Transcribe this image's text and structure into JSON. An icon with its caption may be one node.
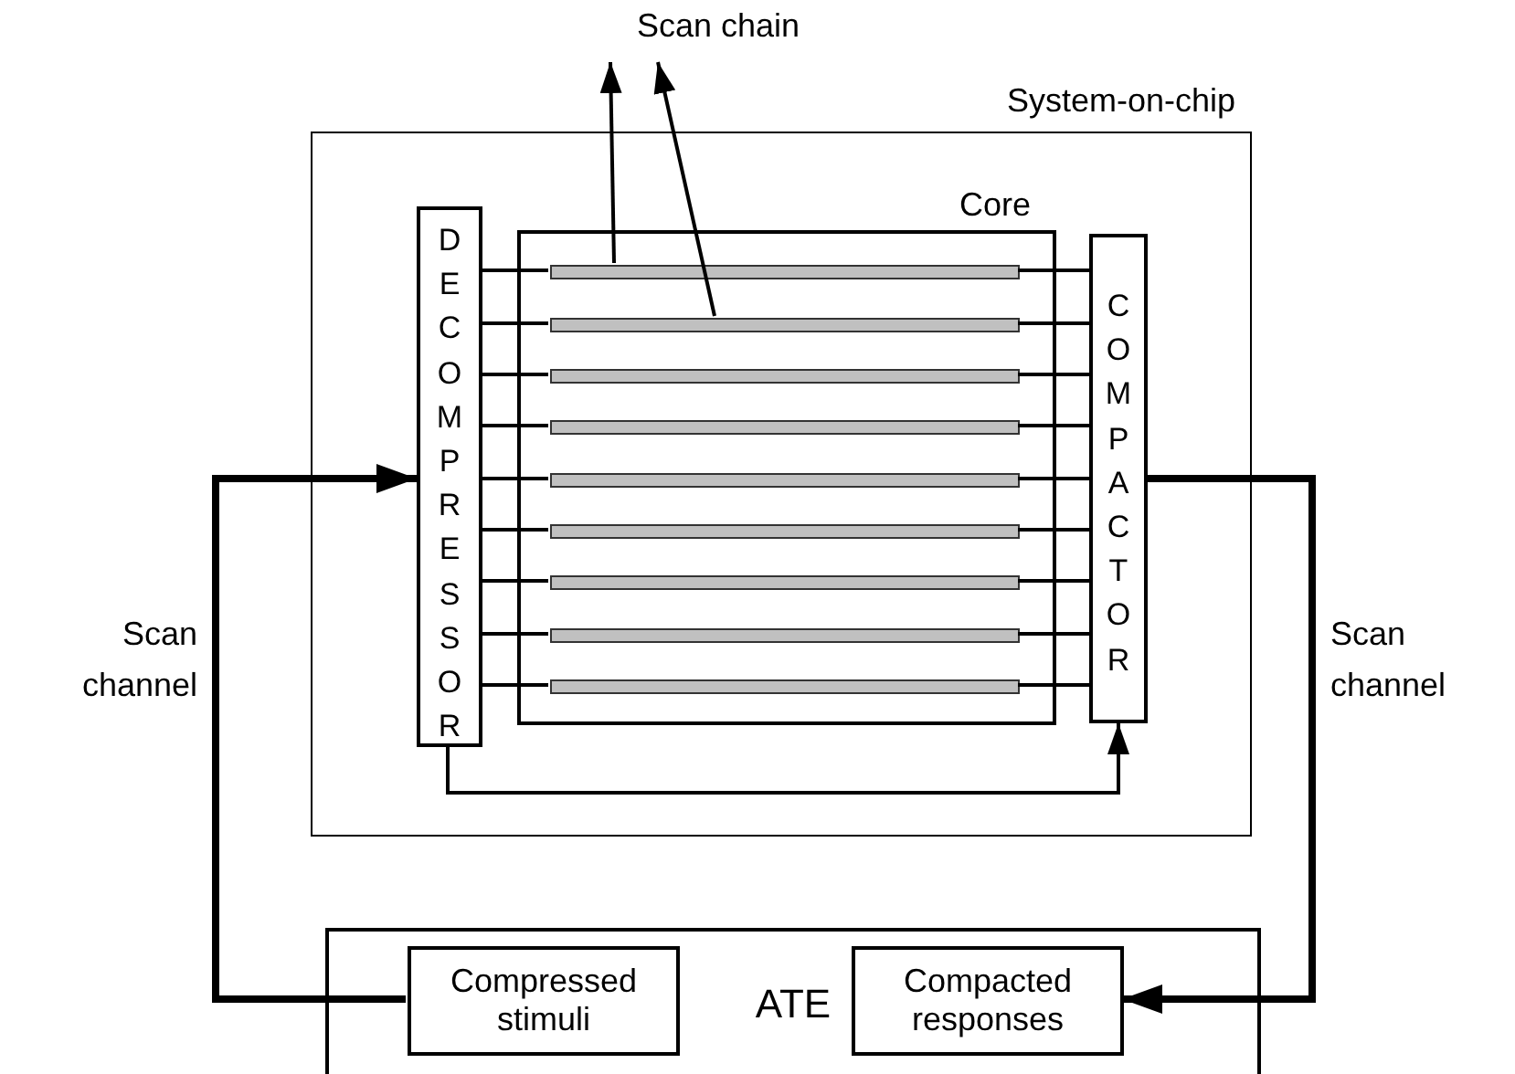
{
  "diagram": {
    "nodes": [
      {
        "text": [
          "System-on-chip"
        ]
      },
      {
        "text": [
          "DECOMPRESSOR"
        ],
        "in": 0
      },
      {
        "text": [
          "Core"
        ],
        "in": 0
      },
      {
        "text": [
          "COMPACTOR"
        ],
        "in": 0
      },
      {
        "text": [],
        "shape": "bar",
        "in": 2
      },
      {
        "text": [],
        "shape": "bar",
        "in": 2
      },
      {
        "text": [],
        "shape": "bar",
        "in": 2
      },
      {
        "text": [],
        "shape": "bar",
        "in": 2
      },
      {
        "text": [],
        "shape": "bar",
        "in": 2
      },
      {
        "text": [],
        "shape": "bar",
        "in": 2
      },
      {
        "text": [],
        "shape": "bar",
        "in": 2
      },
      {
        "text": [],
        "shape": "bar",
        "in": 2
      },
      {
        "text": [],
        "shape": "bar",
        "in": 2
      },
      {
        "text": [
          "Scan chain"
        ]
      },
      {
        "text": [
          "ATE"
        ]
      },
      {
        "text": [
          "Compressed stimuli"
        ],
        "in": 14
      },
      {
        "text": [
          "Compacted responses"
        ],
        "in": 14
      }
    ],
    "edges": [
      {
        "from": 1,
        "to": 4,
        "arrow": "none"
      },
      {
        "from": 1,
        "to": 5,
        "arrow": "none"
      },
      {
        "from": 1,
        "to": 6,
        "arrow": "none"
      },
      {
        "from": 1,
        "to": 7,
        "arrow": "none"
      },
      {
        "from": 1,
        "to": 8,
        "arrow": "none"
      },
      {
        "from": 1,
        "to": 9,
        "arrow": "none"
      },
      {
        "from": 1,
        "to": 10,
        "arrow": "none"
      },
      {
        "from": 1,
        "to": 11,
        "arrow": "none"
      },
      {
        "from": 1,
        "to": 12,
        "arrow": "none"
      },
      {
        "from": 4,
        "to": 3,
        "arrow": "none"
      },
      {
        "from": 5,
        "to": 3,
        "arrow": "none"
      },
      {
        "from": 6,
        "to": 3,
        "arrow": "none"
      },
      {
        "from": 7,
        "to": 3,
        "arrow": "none"
      },
      {
        "from": 8,
        "to": 3,
        "arrow": "none"
      },
      {
        "from": 9,
        "to": 3,
        "arrow": "none"
      },
      {
        "from": 10,
        "to": 3,
        "arrow": "none"
      },
      {
        "from": 11,
        "to": 3,
        "arrow": "none"
      },
      {
        "from": 12,
        "to": 3,
        "arrow": "none"
      },
      {
        "from": 4,
        "to": 13,
        "arrow": "to"
      },
      {
        "from": 5,
        "to": 13,
        "arrow": "to"
      },
      {
        "from": 15,
        "to": 1,
        "arrow": "to",
        "style": "thick"
      },
      {
        "from": 3,
        "to": 16,
        "arrow": "to",
        "style": "thick"
      },
      {
        "from": 1,
        "to": 3,
        "arrow": "to"
      }
    ],
    "labels": [
      "Scan channel",
      "Scan channel"
    ]
  }
}
